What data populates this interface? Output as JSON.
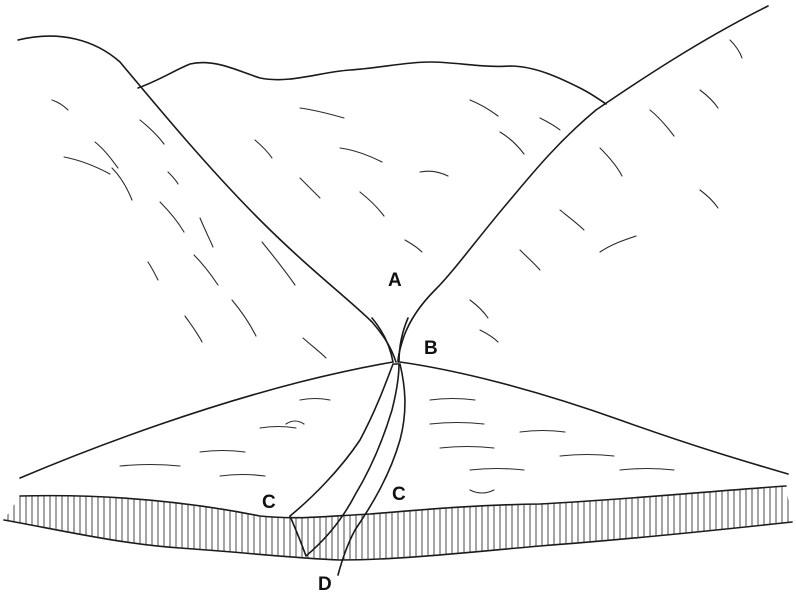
{
  "labels": {
    "a": "A",
    "b": "B",
    "c_left": "C",
    "c_right": "C",
    "d": "D"
  },
  "colors": {
    "ink": "#1a1a1a",
    "paper": "#ffffff"
  }
}
